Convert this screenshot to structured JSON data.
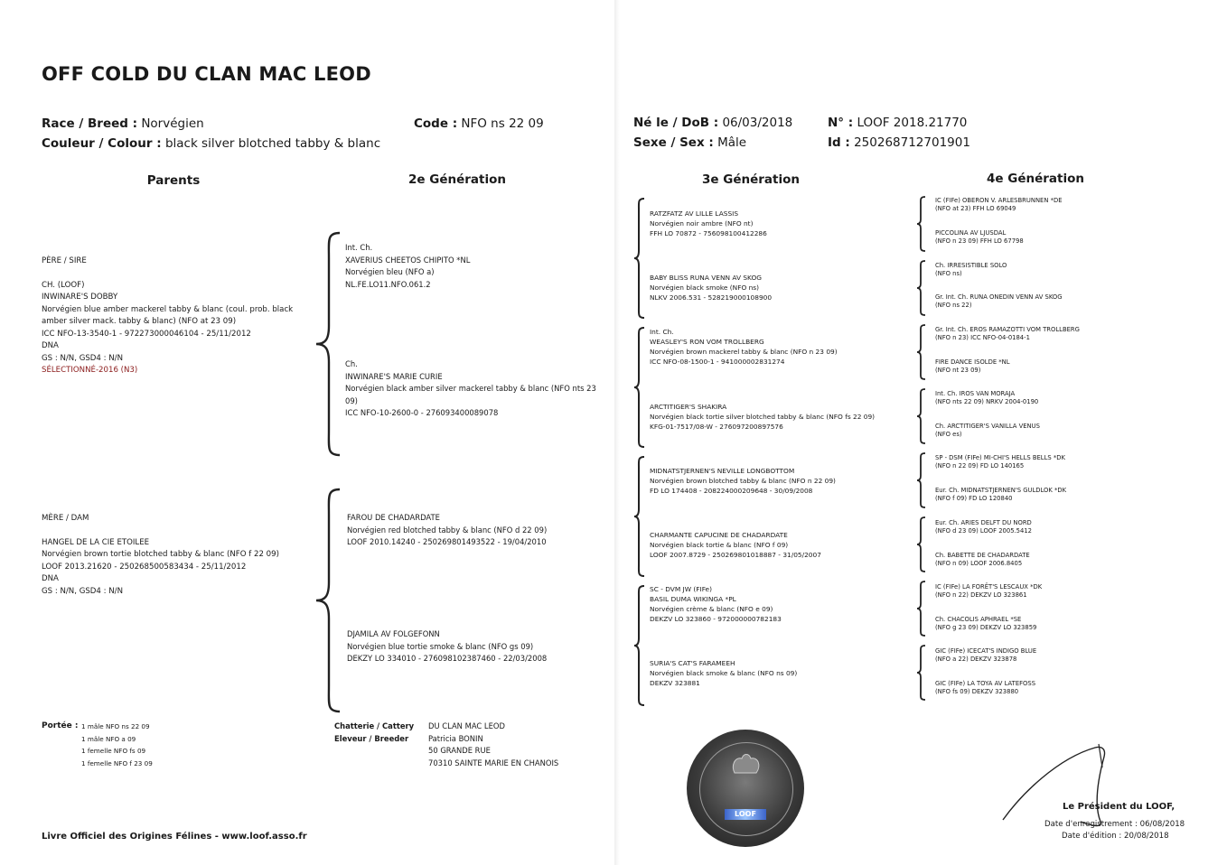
{
  "header": {
    "cat_name": "OFF COLD DU CLAN MAC LEOD",
    "breed_label": "Race / Breed :",
    "breed_value": "Norvégien",
    "code_label": "Code :",
    "code_value": "NFO ns 22 09",
    "color_label": "Couleur / Colour :",
    "color_value": "black silver blotched tabby & blanc",
    "dob_label": "Né le / DoB :",
    "dob_value": "06/03/2018",
    "number_label": "N° :",
    "number_value": "LOOF 2018.21770",
    "sex_label": "Sexe / Sex :",
    "sex_value": "Mâle",
    "id_label": "Id :",
    "id_value": "250268712701901"
  },
  "columns": {
    "parents": "Parents",
    "gen2": "2e Génération",
    "gen3": "3e Génération",
    "gen4": "4e Génération"
  },
  "sire": {
    "label": "PÈRE / SIRE",
    "lines": [
      "CH. (LOOF)",
      "INWINARE'S DOBBY",
      "Norvégien blue amber mackerel tabby & blanc (coul. prob. black",
      "amber silver mack. tabby & blanc) (NFO at 23 09)",
      "ICC NFO-13-3540-1 - 972273000046104 - 25/11/2012",
      "DNA",
      "GS : N/N, GSD4 : N/N"
    ],
    "selection": "SÉLECTIONNÉ-2016 (N3)"
  },
  "dam": {
    "label": "MÈRE / DAM",
    "lines": [
      "HANGEL DE LA CIE ETOILEE",
      "Norvégien brown tortie blotched tabby & blanc (NFO f 22 09)",
      "LOOF 2013.21620 - 250268500583434 - 25/11/2012",
      "DNA",
      "GS : N/N, GSD4 : N/N"
    ]
  },
  "gen2": [
    {
      "lines": [
        "Int. Ch.",
        "XAVERIUS CHEETOS CHIPITO *NL",
        "Norvégien bleu (NFO a)",
        "NL.FE.LO11.NFO.061.2"
      ]
    },
    {
      "lines": [
        "Ch.",
        "INWINARE'S MARIE CURIE",
        "Norvégien black amber silver mackerel tabby & blanc (NFO nts 23",
        "09)",
        "ICC NFO-10-2600-0 - 276093400089078"
      ]
    },
    {
      "lines": [
        "FAROU DE CHADARDATE",
        "Norvégien red blotched tabby & blanc (NFO d 22 09)",
        "LOOF 2010.14240 - 250269801493522 - 19/04/2010"
      ]
    },
    {
      "lines": [
        "DJAMILA AV FOLGEFONN",
        "Norvégien blue tortie smoke & blanc (NFO gs 09)",
        "DEKZY LO 334010 - 276098102387460 - 22/03/2008"
      ]
    }
  ],
  "gen3": [
    {
      "lines": [
        "RATZFATZ AV LILLE LASSIS",
        "Norvégien noir ambre (NFO nt)",
        "FFH LO 70872 - 756098100412286"
      ]
    },
    {
      "lines": [
        "BABY BLISS RUNA VENN AV SKOG",
        "Norvégien black smoke (NFO ns)",
        "NLKV 2006.531 - 528219000108900"
      ]
    },
    {
      "lines": [
        "Int. Ch.",
        "WEASLEY'S RON VOM TROLLBERG",
        "Norvégien brown mackerel tabby & blanc (NFO n 23 09)",
        "ICC NFO-08-1500-1 - 941000002831274"
      ]
    },
    {
      "lines": [
        "ARCTITIGER'S SHAKIRA",
        "Norvégien black tortie silver blotched tabby & blanc (NFO fs 22 09)",
        "KFG-01-7517/08-W - 276097200897576"
      ]
    },
    {
      "lines": [
        "MIDNATSTJERNEN'S NEVILLE LONGBOTTOM",
        "Norvégien brown blotched tabby & blanc (NFO n 22 09)",
        "FD LO 174408 - 208224000209648 - 30/09/2008"
      ]
    },
    {
      "lines": [
        "CHARMANTE CAPUCINE DE CHADARDATE",
        "Norvégien black tortie & blanc (NFO f 09)",
        "LOOF 2007.8729 - 250269801018887 - 31/05/2007"
      ]
    },
    {
      "lines": [
        "SC - DVM JW (FIFe)",
        "BASIL DUMA WIKINGA *PL",
        "Norvégien crème & blanc (NFO e 09)",
        "DEKZV LO 323860 - 972000000782183"
      ]
    },
    {
      "lines": [
        "SURIA'S CAT'S FARAMEEH",
        "Norvégien black smoke & blanc (NFO ns 09)",
        "DEKZV 323881"
      ]
    }
  ],
  "gen4": [
    {
      "lines": [
        "IC (FIFe) OBERON V. ARLESBRUNNEN *DE",
        "(NFO at 23) FFH LO 69049"
      ]
    },
    {
      "lines": [
        "PICCOLINA AV LJUSDAL",
        "(NFO n 23 09) FFH LO 67798"
      ]
    },
    {
      "lines": [
        "Ch. IRRESISTIBLE SOLO",
        "(NFO ns)"
      ]
    },
    {
      "lines": [
        "Gr. Int. Ch. RUNA ONEDIN VENN AV SKOG",
        "(NFO ns 22)"
      ]
    },
    {
      "lines": [
        "Gr. Int. Ch. EROS RAMAZOTTI VOM TROLLBERG",
        "(NFO n 23) ICC NFO-04-0184-1"
      ]
    },
    {
      "lines": [
        "FIRE DANCE ISOLDE *NL",
        "(NFO nt 23 09)"
      ]
    },
    {
      "lines": [
        "Int. Ch. IROS VAN MORAJA",
        "(NFO nts 22 09) NRKV 2004-0190"
      ]
    },
    {
      "lines": [
        "Ch. ARCTITIGER'S VANILLA VENUS",
        "(NFO es)"
      ]
    },
    {
      "lines": [
        "SP - DSM (FIFe) MI-CHI'S HELLS BELLS *DK",
        "(NFO n 22 09) FD LO 140165"
      ]
    },
    {
      "lines": [
        "Eur. Ch. MIDNATSTJERNEN'S GULDLOK *DK",
        "(NFO f 09) FD LO 120840"
      ]
    },
    {
      "lines": [
        "Eur. Ch. ARIES DELFT DU NORD",
        "(NFO d 23 09) LOOF 2005.5412"
      ]
    },
    {
      "lines": [
        "Ch. BABETTE DE CHADARDATE",
        "(NFO n 09) LOOF 2006.8405"
      ]
    },
    {
      "lines": [
        "IC (FIFe) LA FORÊT'S LESCAUX *DK",
        "(NFO n 22) DEKZV LO 323861"
      ]
    },
    {
      "lines": [
        "Ch. CHACOLIS APHRAEL *SE",
        "(NFO g 23 09) DEKZV LO 323859"
      ]
    },
    {
      "lines": [
        "GIC (FIFe) ICECAT'S INDIGO BLUE",
        "(NFO a 22) DEKZV 323878"
      ]
    },
    {
      "lines": [
        "GIC (FIFe) LA TOYA AV LATEFOSS",
        "(NFO fs 09) DEKZV 323880"
      ]
    }
  ],
  "litter": {
    "label": "Portée :",
    "items": [
      "1 mâle NFO ns 22 09",
      "1 mâle NFO a 09",
      "1 femelle NFO fs 09",
      "1 femelle NFO f 23 09"
    ]
  },
  "cattery": {
    "label1": "Chatterie / Cattery",
    "label2": "Eleveur / Breeder",
    "lines": [
      "DU CLAN MAC LEOD",
      "Patricia BONIN",
      "50 GRANDE RUE",
      "70310 SAINTE MARIE EN CHANOIS"
    ]
  },
  "footer": {
    "publisher": "Livre Officiel des Origines Félines - www.loof.asso.fr",
    "president": "Le Président du LOOF,",
    "registration": "Date d'enregistrement : 06/08/2018",
    "edition": "Date d'édition : 20/08/2018"
  },
  "seal": {
    "label": "LOOF"
  }
}
